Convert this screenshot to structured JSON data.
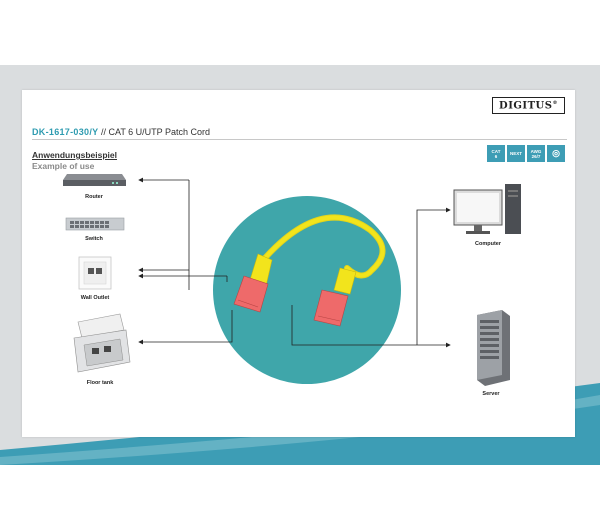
{
  "brand": {
    "logo": "DIGITUS",
    "mark": "®"
  },
  "header": {
    "sku": "DK-1617-030/Y",
    "separator": "//",
    "product": "CAT 6 U/UTP Patch Cord"
  },
  "badges": [
    {
      "top": "CAT",
      "mid": "6",
      "bot": ""
    },
    {
      "top": "NEXT",
      "mid": "",
      "bot": ""
    },
    {
      "top": "AWG",
      "mid": "26/7",
      "bot": ""
    },
    {
      "top": "",
      "mid": "◎",
      "bot": ""
    }
  ],
  "section": {
    "title_de": "Anwendungsbeispiel",
    "title_en": "Example of use"
  },
  "devices": {
    "router": "Router",
    "switch": "Switch",
    "wall_outlet": "Wall Outlet",
    "floor_tank": "Floor tank",
    "computer": "Computer",
    "server": "Server"
  },
  "colors": {
    "accent": "#2e9bb0",
    "circle": "#3fa6aa",
    "cable": "#f2e41c",
    "connector": "#ee6a6a"
  }
}
